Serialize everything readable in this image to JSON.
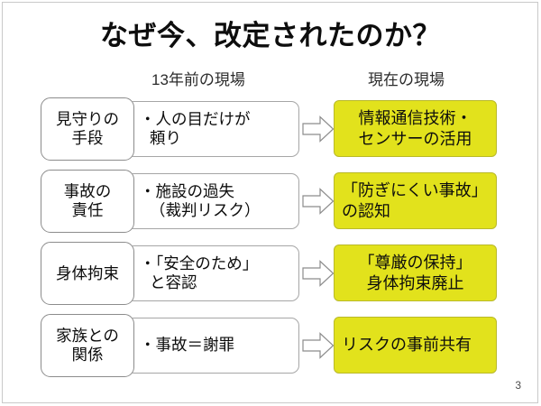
{
  "slide": {
    "title": "なぜ今、改定されたのか？",
    "page_number": "3",
    "accent_color": "#e2e21c",
    "border_color": "#a6a6a6",
    "text_color": "#0d0d0d"
  },
  "headers": {
    "past": "13年前の現場",
    "now": "現在の現場"
  },
  "rows": [
    {
      "label": "見守りの\n手段",
      "past": "・人の目だけが\n頼り",
      "now": "情報通信技術・\nセンサーの活用",
      "now_align": "center",
      "arrow": "block-arrow-right-icon"
    },
    {
      "label": "事故の\n責任",
      "past": "・施設の過失\n（裁判リスク）",
      "now": "「防ぎにくい事故」\nの認知",
      "now_align": "left",
      "arrow": "block-arrow-right-icon"
    },
    {
      "label": "身体拘束",
      "past": "・「安全のため」\nと容認",
      "now": "「尊厳の保持」\n身体拘束廃止",
      "now_align": "center",
      "arrow": "block-arrow-right-icon"
    },
    {
      "label": "家族との\n関係",
      "past": "・事故＝謝罪",
      "now": "リスクの事前共有",
      "now_align": "left",
      "arrow": "block-arrow-right-icon"
    }
  ]
}
